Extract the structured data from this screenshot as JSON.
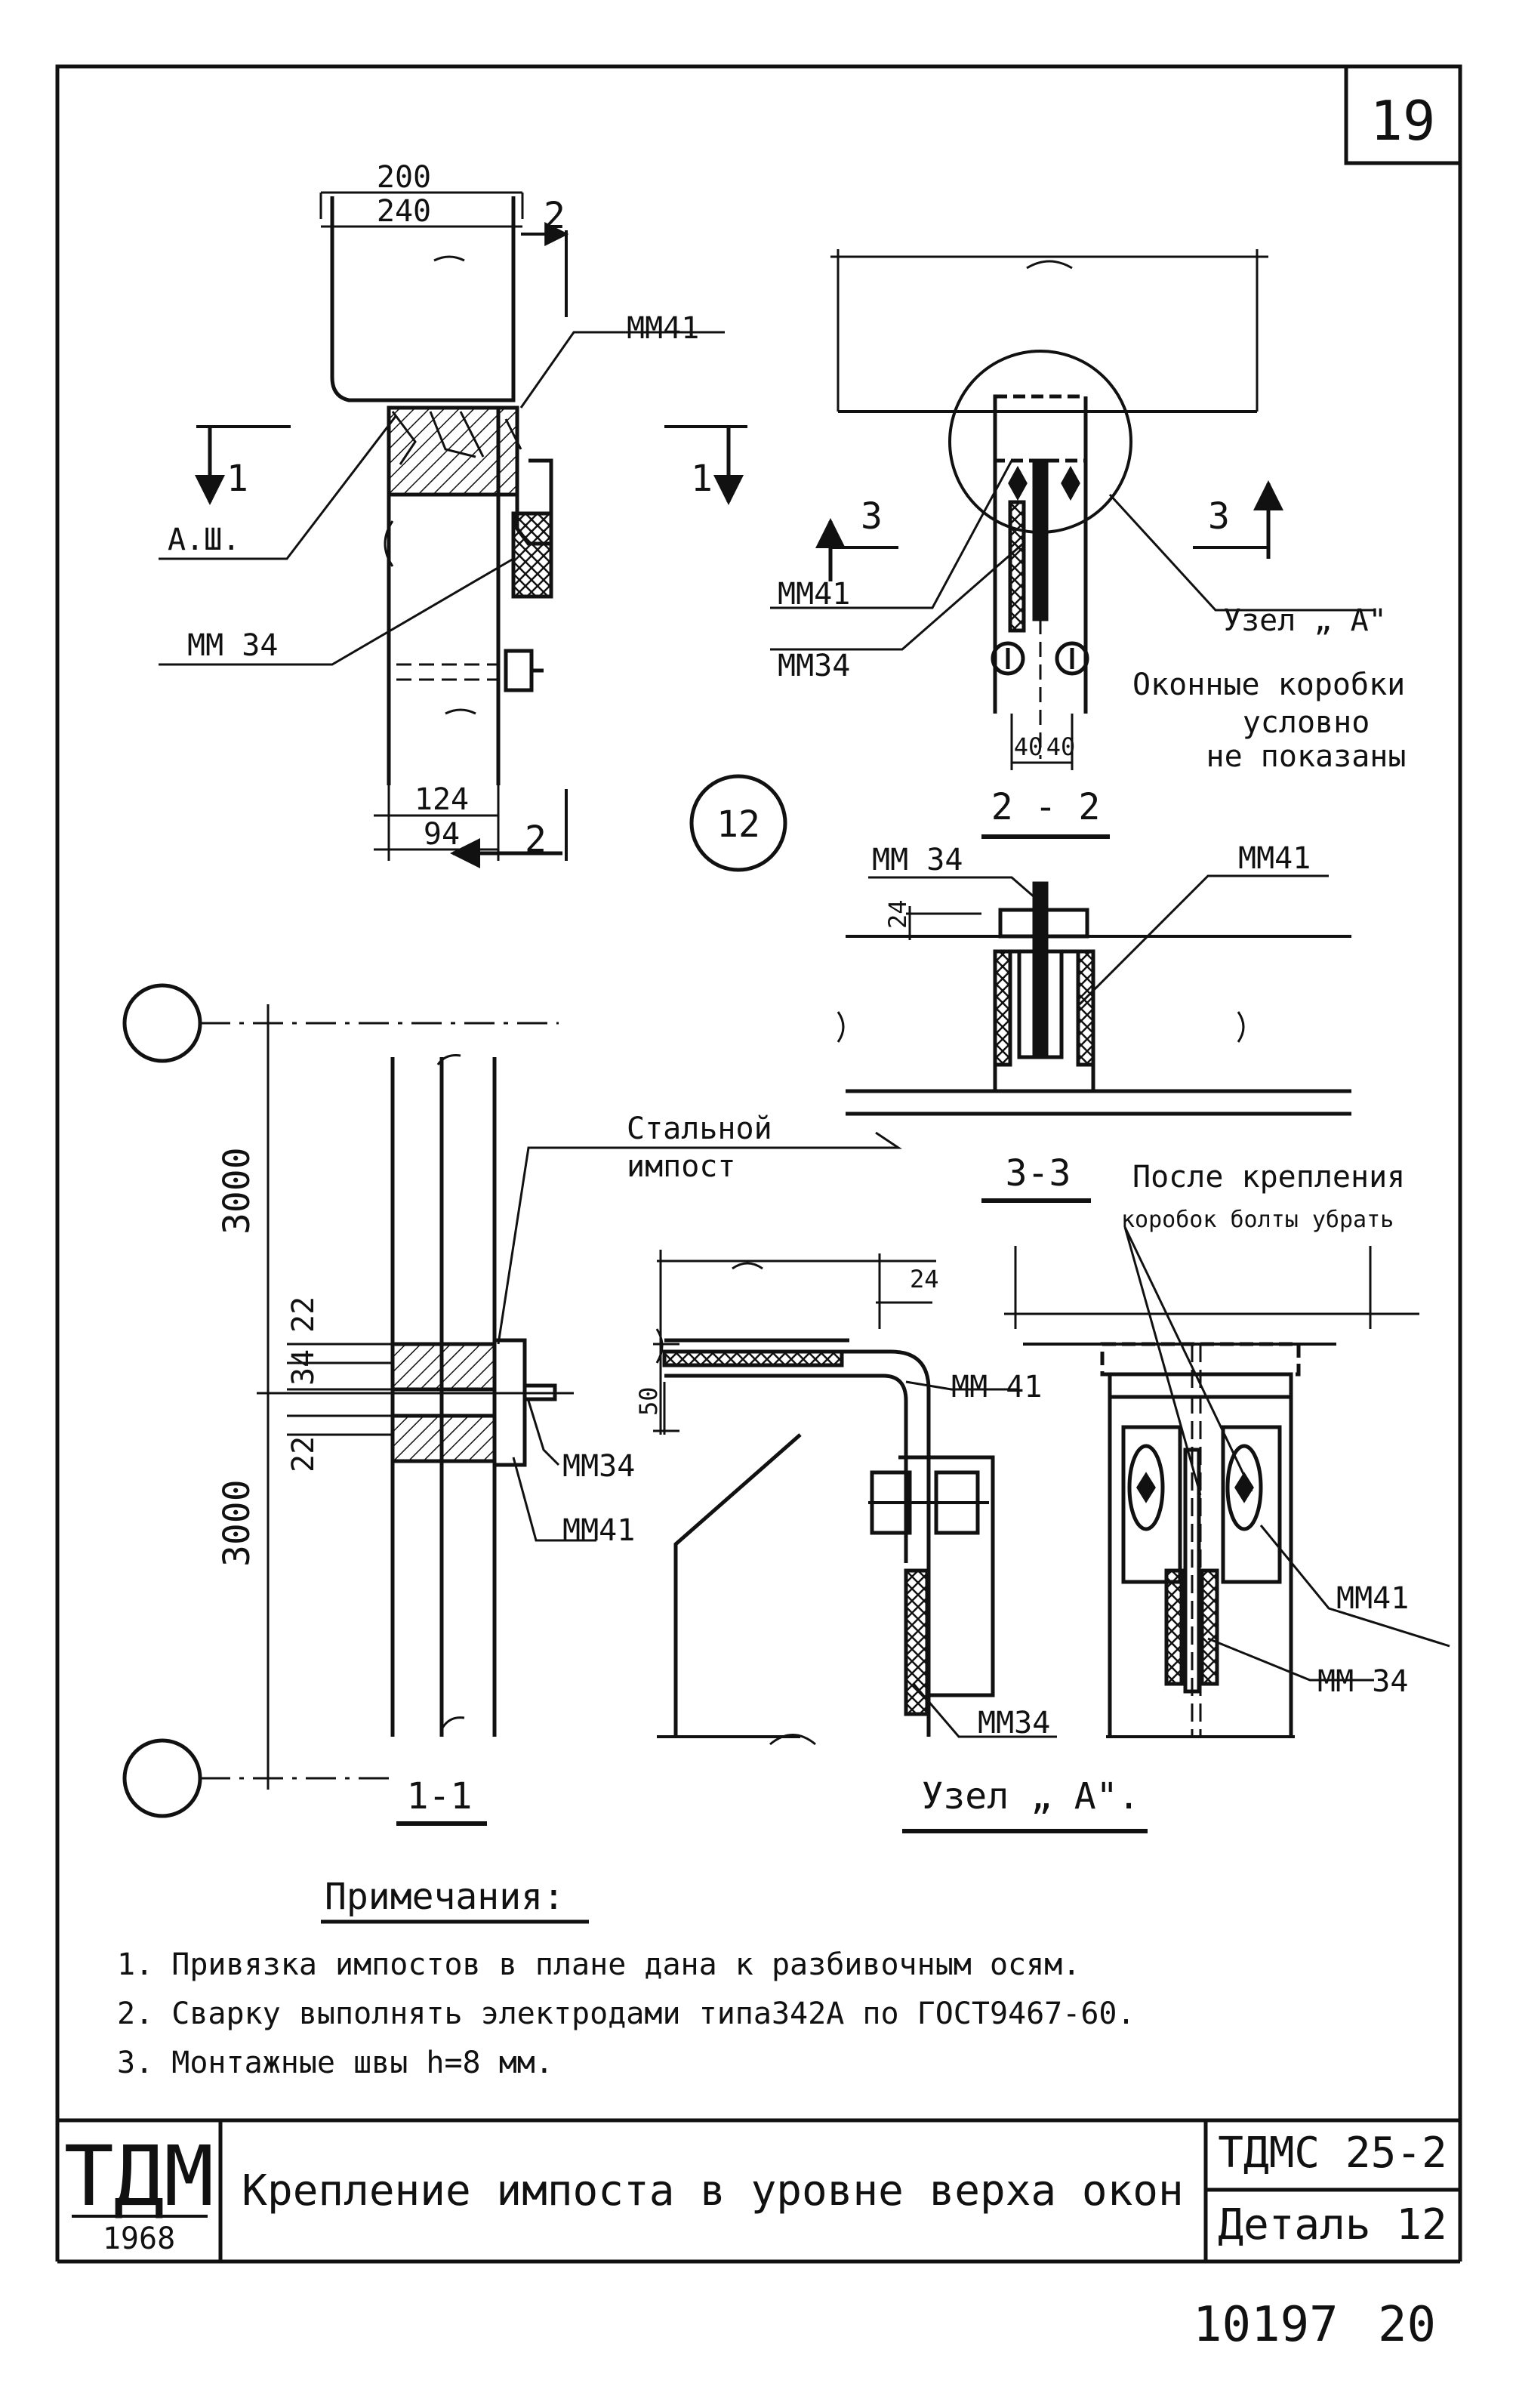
{
  "sheet_number": "19",
  "node_circle": "12",
  "top_left": {
    "dim_top_a": "200",
    "dim_top_b": "240",
    "dim_bot_a": "124",
    "dim_bot_b": "94",
    "label_mm41": "MM41",
    "label_ash": "А.Ш.",
    "label_mm34": "MM 34",
    "sec1_l": "1",
    "sec1_r": "1",
    "sec2_top": "2",
    "sec2_bot": "2"
  },
  "section_2_2": {
    "title": "2 - 2",
    "sec3_l": "3",
    "sec3_r": "3",
    "label_mm41": "MM41",
    "label_mm34": "MM34",
    "label_node": "Узел „ A\"",
    "dim_a": "40",
    "dim_b": "40",
    "note_1": "Оконные коробки",
    "note_2": "условно",
    "note_3": "не показаны"
  },
  "section_3_3": {
    "title": "3-3",
    "label_mm34": "MM 34",
    "label_mm41": "MM41",
    "dim_24": "24"
  },
  "section_1_1": {
    "title": "1-1",
    "dim_upper": "3000",
    "dim_lower": "3000",
    "dim_22a": "22",
    "dim_34": "34",
    "dim_22b": "22",
    "label_impost_1": "Стальной",
    "label_impost_2": "импост",
    "label_mm34": "MM34",
    "label_mm41": "MM41"
  },
  "node_a": {
    "title": "Узел „ A\".",
    "dim_24": "24",
    "dim_50": "50",
    "label_mm41": "MM 41",
    "label_mm34": "MM34",
    "label_mm41_r": "MM41",
    "label_mm34_r": "MM 34",
    "after_1": "После крепления",
    "after_2": "коробок болты убрать"
  },
  "notes": {
    "heading": "Примечания:",
    "items": [
      "1.  Привязка  импостов в плане дана к разбивочным осям.",
      "2.  Сварку  выполнять  электродами типа342А по ГОСТ9467-60.",
      "3.  Монтажные  швы h=8 мм."
    ]
  },
  "stamp": {
    "logo": "ТДМ",
    "year": "1968",
    "title": "Крепление импоста в уровне верха окон",
    "code": "ТДМС 25-2",
    "detail": "Деталь 12"
  },
  "footer": {
    "number": "10197",
    "page": "20"
  }
}
